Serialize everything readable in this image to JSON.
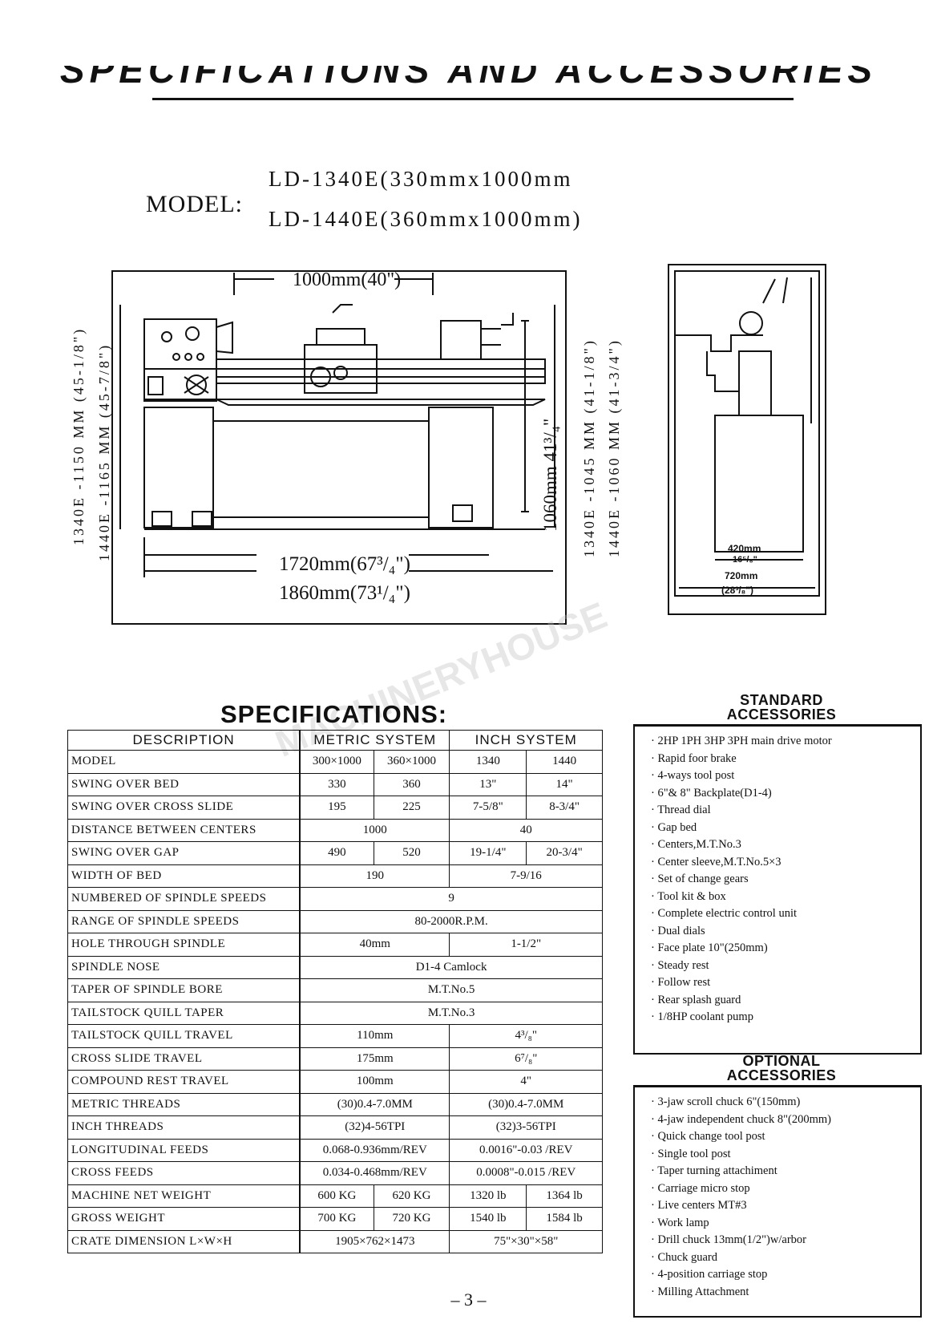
{
  "header": {
    "title": "SPECIFICATIONS AND ACCESSORIES"
  },
  "model": {
    "label": "MODEL:",
    "lines": [
      "LD-1340E(330mmx1000mm",
      "LD-1440E(360mmx1000mm)"
    ]
  },
  "diagram": {
    "dim_top": "1000mm(40\")",
    "dim_bottom_1": "1720mm(67³/₄\")",
    "dim_bottom_2": "1860mm(73¹/₄\")",
    "dim_right_vertical": "1060mm 41³/₄\"",
    "left_label_1": "1340E -1150 MM (45-1/8\")",
    "left_label_2": "1440E -1165 MM (45-7/8\")",
    "right_label_1": "1340E -1045 MM (41-1/8\")",
    "right_label_2": "1440E -1060 MM (41-3/4\")",
    "side_dim_1": "420mm",
    "side_dim_2": "16⁵/₈\"",
    "side_dim_3": "720mm",
    "side_dim_4": "(28³/₈\")"
  },
  "watermark": "MACHINERYHOUSE",
  "specs": {
    "heading": "SPECIFICATIONS:",
    "col_description": "DESCRIPTION",
    "col_metric": "METRIC SYSTEM",
    "col_inch": "INCH SYSTEM",
    "rows": [
      {
        "label": "MODEL",
        "m1": "300×1000",
        "m2": "360×1000",
        "i1": "1340",
        "i2": "1440"
      },
      {
        "label": "SWING OVER BED",
        "m1": "330",
        "m2": "360",
        "i1": "13\"",
        "i2": "14\""
      },
      {
        "label": "SWING OVER CROSS SLIDE",
        "m1": "195",
        "m2": "225",
        "i1": "7-5/8\"",
        "i2": "8-3/4\""
      },
      {
        "label": "DISTANCE BETWEEN CENTERS",
        "m": "1000",
        "i": "40"
      },
      {
        "label": "SWING OVER GAP",
        "m1": "490",
        "m2": "520",
        "i1": "19-1/4\"",
        "i2": "20-3/4\""
      },
      {
        "label": "WIDTH OF BED",
        "m": "190",
        "i": "7-9/16"
      },
      {
        "label": "NUMBERED OF SPINDLE SPEEDS",
        "all": "9"
      },
      {
        "label": "RANGE OF SPINDLE SPEEDS",
        "all": "80-2000R.P.M."
      },
      {
        "label": "HOLE THROUGH SPINDLE",
        "m": "40mm",
        "i": "1-1/2\""
      },
      {
        "label": "SPINDLE NOSE",
        "all": "D1-4 Camlock"
      },
      {
        "label": "TAPER OF SPINDLE BORE",
        "all": "M.T.No.5"
      },
      {
        "label": "TAILSTOCK QUILL TAPER",
        "all": "M.T.No.3"
      },
      {
        "label": "TAILSTOCK QUILL TRAVEL",
        "m": "110mm",
        "i": "4³/₈\""
      },
      {
        "label": "CROSS SLIDE TRAVEL",
        "m": "175mm",
        "i": "6⁷/₈\""
      },
      {
        "label": "COMPOUND REST TRAVEL",
        "m": "100mm",
        "i": "4\""
      },
      {
        "label": "METRIC THREADS",
        "m": "(30)0.4-7.0MM",
        "i": "(30)0.4-7.0MM"
      },
      {
        "label": "INCH THREADS",
        "m": "(32)4-56TPI",
        "i": "(32)3-56TPI"
      },
      {
        "label": "LONGITUDINAL FEEDS",
        "m": "0.068-0.936mm/REV",
        "i": "0.0016\"-0.03 /REV"
      },
      {
        "label": "CROSS FEEDS",
        "m": "0.034-0.468mm/REV",
        "i": "0.0008\"-0.015 /REV"
      },
      {
        "label": "MACHINE NET WEIGHT",
        "m1": "600 KG",
        "m2": "620 KG",
        "i1": "1320 lb",
        "i2": "1364 lb"
      },
      {
        "label": "GROSS WEIGHT",
        "m1": "700 KG",
        "m2": "720 KG",
        "i1": "1540 lb",
        "i2": "1584 lb"
      },
      {
        "label": "CRATE DIMENSION L×W×H",
        "m": "1905×762×1473",
        "i": "75\"×30\"×58\""
      }
    ]
  },
  "standard_accessories": {
    "title_1": "STANDARD",
    "title_2": "ACCESSORIES",
    "items": [
      "2HP 1PH 3HP 3PH main drive motor",
      "Rapid foor brake",
      "4-ways tool post",
      "6\"& 8\" Backplate(D1-4)",
      "Thread dial",
      "Gap bed",
      "Centers,M.T.No.3",
      "Center sleeve,M.T.No.5×3",
      "Set of change gears",
      "Tool kit & box",
      "Complete electric control unit",
      "Dual dials",
      "Face plate 10\"(250mm)",
      "Steady rest",
      "Follow rest",
      "Rear splash guard",
      "1/8HP coolant pump"
    ]
  },
  "optional_accessories": {
    "title_1": "OPTIONAL",
    "title_2": "ACCESSORIES",
    "items": [
      "3-jaw scroll chuck 6\"(150mm)",
      "4-jaw independent chuck 8\"(200mm)",
      "Quick change tool post",
      "Single tool post",
      "Taper turning attachiment",
      "Carriage micro stop",
      "Live centers MT#3",
      "Work lamp",
      "Drill chuck 13mm(1/2\")w/arbor",
      "Chuck guard",
      "4-position carriage stop",
      "Milling Attachment"
    ]
  },
  "page_number": "– 3 –"
}
